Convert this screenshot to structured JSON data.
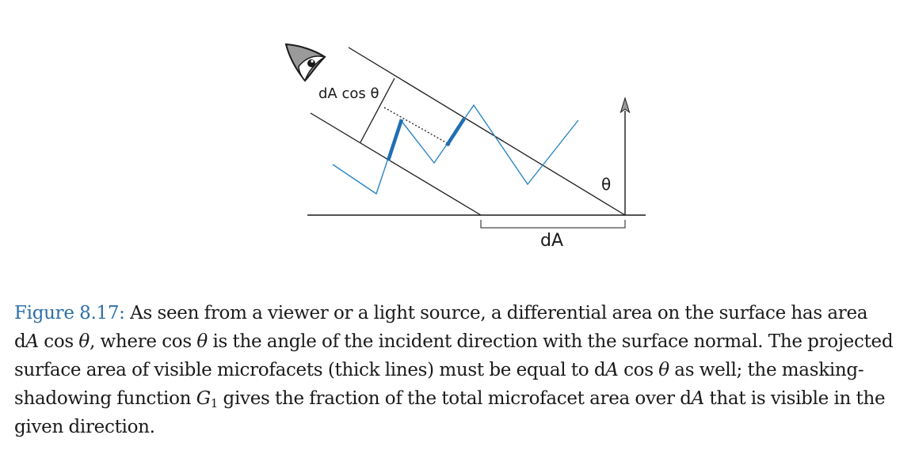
{
  "figure": {
    "label_projected": "dA cos θ",
    "label_theta": "θ",
    "label_area": "dA",
    "colors": {
      "ink": "#1a1a1a",
      "microfacet": "#2a86c4",
      "visible_facet": "#1f6fb2",
      "eye_fill": "#9a9a9a"
    },
    "icons": [
      "eye-icon",
      "normal-arrow-icon"
    ]
  },
  "caption": {
    "figure_label": "Figure 8.17:",
    "line1": "As seen from a viewer or a light source, a differential area on the surface has area",
    "line2_a": "d",
    "line2_b": "A",
    "line2_c": " cos ",
    "line2_d": "θ",
    "line2_e": ", where cos ",
    "line2_f": "θ",
    "line2_g": " is the angle of the incident direction with the surface normal. The projected",
    "line3_a": "surface area of visible microfacets (thick lines) must be equal to d",
    "line3_b": "A",
    "line3_c": " cos ",
    "line3_d": "θ",
    "line3_e": " as well; the masking-",
    "line4_a": "shadowing function ",
    "line4_b": "G",
    "line4_c": "1",
    "line4_d": " gives the fraction of the total microfacet area over d",
    "line4_e": "A",
    "line4_f": " that is visible in the",
    "line5": "given direction."
  }
}
